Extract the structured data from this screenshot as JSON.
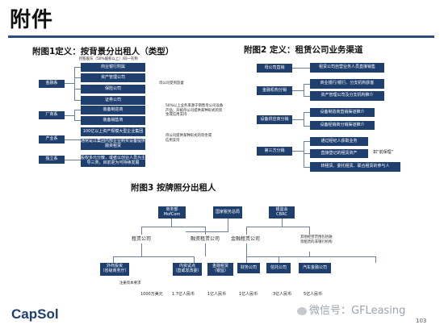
{
  "header": {
    "title": "附件"
  },
  "fig1": {
    "title": "附图1定义：按背景分出租人（类型）",
    "caption": "控股股东（50%股权以上）/同一名称",
    "groups": [
      "金融系",
      "厂商系",
      "产业系",
      "独立系"
    ],
    "boxes": [
      "商业银行附属",
      "资产管理公司",
      "保险公司",
      "证券公司",
      "装备制造商",
      "装备销售商",
      "100亿以上资产规模大型企业集团",
      "通常是以集团内部企业购买设备提供融资租赁",
      "股权多元分散，或者以创业人员为主导三类，目前更为可持续发展"
    ],
    "notes": [
      "母公司受到监督",
      "50%以上业务来源于销售母公司设备产品；开拓母公司提供某种形式的资金或信用支持",
      "母公司提供某种形式的资金或信用支持"
    ]
  },
  "fig2": {
    "title": "附图2 定义：租赁公司业务渠道",
    "groups": [
      "母公司直销",
      "金融机构分销",
      "设备供应商分销",
      "第三方分销"
    ],
    "boxes": [
      "租赁公司自营业务人员直接销售",
      "商业银行/银行、分支机构获客",
      "资产管理公司及分支机构推介",
      "设备制造商直销渠道推介",
      "设备经销商分销渠道推介",
      "通过经纪人获取业务",
      "直接登记的租赁资产",
      "转租赁、委托租赁、联合租赁的参与人"
    ],
    "quote": "如“前保理”"
  },
  "fig3": {
    "title": "附图3 按牌照分出租人",
    "regulators": [
      {
        "name": "商务部",
        "sub": "MofCom"
      },
      {
        "name": "国家税务总局",
        "sub": ""
      },
      {
        "name": "银监会",
        "sub": "CBRC"
      }
    ],
    "mid": [
      "租赁公司",
      "融资租赁公司",
      "金融租赁公司"
    ],
    "mid_note": "其他经营范围包括融资租赁的非银行机构",
    "leaves": [
      {
        "name": "外商投资",
        "sub": "（省级商务厅）"
      },
      {
        "name": "内资试点",
        "sub": "（直或发改委）"
      },
      {
        "name": "金融租赁",
        "sub": "（银监）"
      },
      {
        "name": "财务公司",
        "sub": ""
      },
      {
        "name": "信托公司",
        "sub": ""
      },
      {
        "name": "汽车金融公司",
        "sub": ""
      }
    ],
    "capital_label": "注册资本要求",
    "capital": [
      "1000万美元",
      "1.7亿人民币",
      "1亿人民币",
      "1亿人民币",
      "3亿人民币",
      "5亿人民币"
    ]
  },
  "footer": {
    "logo": "CapSol",
    "watermark": "微信号：GFLeasing",
    "page": "103"
  },
  "colors": {
    "primary": "#1f3f6e",
    "rule": "#2c4e7a",
    "line": "#6a7f9c",
    "logo": "#1f3f6e"
  }
}
